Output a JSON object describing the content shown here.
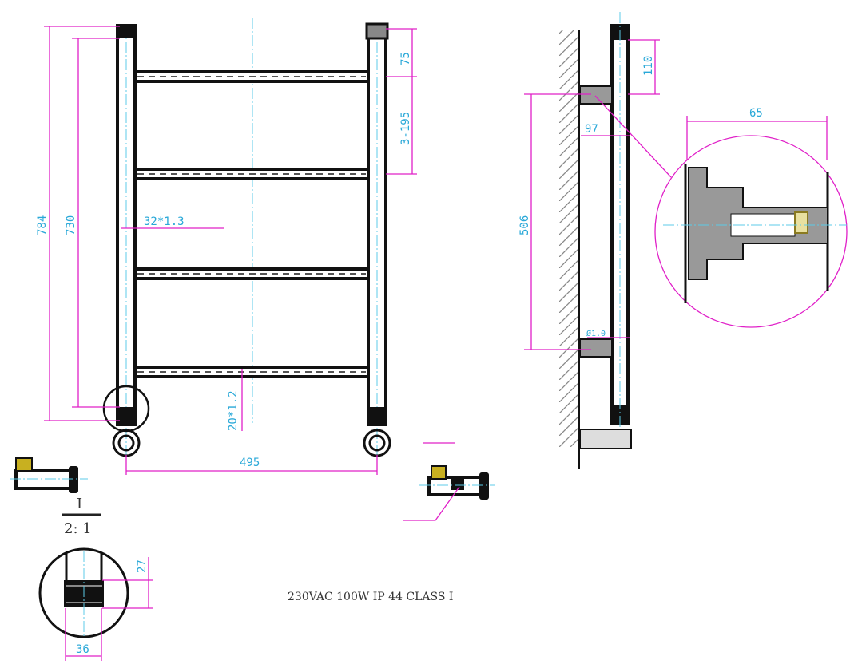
{
  "dimensions": {
    "height_total": "784",
    "height_centers": "730",
    "top_offset": "75",
    "bar_spacing": "3-195",
    "upright_tube": "32*1.3",
    "bar_tube": "20*1.2",
    "width": "495",
    "side_top": "110",
    "wall_distance": "97",
    "bracket_spacing": "506",
    "bracket_tube": "Ø1.0",
    "detail_width": "65",
    "cap_height": "27",
    "cap_width": "36"
  },
  "detail_label": {
    "name": "I",
    "scale": "2: 1"
  },
  "spec_text": "230VAC 100W IP 44 CLASS I",
  "colors": {
    "dimension": "#e020c8",
    "text": "#29a8d8",
    "center": "#5ccbe8"
  }
}
